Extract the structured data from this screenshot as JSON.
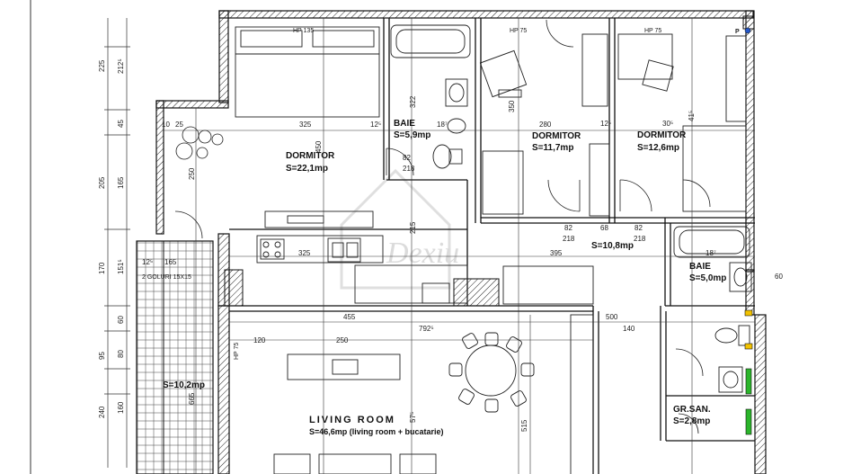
{
  "rooms": {
    "dormitor_1": {
      "name": "DORMITOR",
      "area": "S=22,1mp"
    },
    "baie_1": {
      "name": "BAIE",
      "area": "S=5,9mp"
    },
    "dormitor_2": {
      "name": "DORMITOR",
      "area": "S=11,7mp"
    },
    "dormitor_3": {
      "name": "DORMITOR",
      "area": "S=12,6mp"
    },
    "hol": {
      "area": "S=10,8mp"
    },
    "baie_2": {
      "name": "BAIE",
      "area": "S=5,0mp"
    },
    "living": {
      "name": "LIVING ROOM",
      "area": "S=46,6mp (living room + bucatarie)"
    },
    "balcon": {
      "area": "S=10,2mp"
    },
    "grsan": {
      "name": "GR.SAN.",
      "area": "S=2,8mp"
    }
  },
  "notes": {
    "hp135": "HP 135",
    "hp75a": "HP 75",
    "hp75b": "HP 75",
    "hp75c": "HP 75",
    "goluri": "2 GOLURI 15X15",
    "p": "P"
  },
  "dims": {
    "d325a": "325",
    "d450": "450",
    "d10": "10",
    "d25": "25",
    "d12a": "12⁵",
    "d322": "322",
    "d187a": "18⁷",
    "d82a": "82",
    "d218a": "218",
    "d280": "280",
    "d350": "350",
    "d30": "30⁵",
    "d417": "41⁵",
    "d12b": "12⁵",
    "d215": "215",
    "d82b": "82",
    "d68": "68",
    "d82c": "82",
    "d218b": "218",
    "d218c": "218",
    "d395": "395",
    "d187b": "18⁷",
    "d60r": "60",
    "d325b": "325",
    "d455": "455",
    "d792": "792⁵",
    "d500": "500",
    "d140": "140",
    "d120": "120",
    "d250": "250",
    "d515": "515",
    "d57": "57⁵",
    "d665": "665",
    "d250v": "250",
    "d165": "165",
    "d125": "12⁵",
    "l225": "225",
    "l2125": "212⁵",
    "l45": "45",
    "l205": "205",
    "l165": "165",
    "l170": "170",
    "l1515": "151⁵",
    "l60": "60",
    "l80": "80",
    "l95": "95",
    "l160": "160",
    "l240": "240"
  },
  "watermark": "Dexiu"
}
